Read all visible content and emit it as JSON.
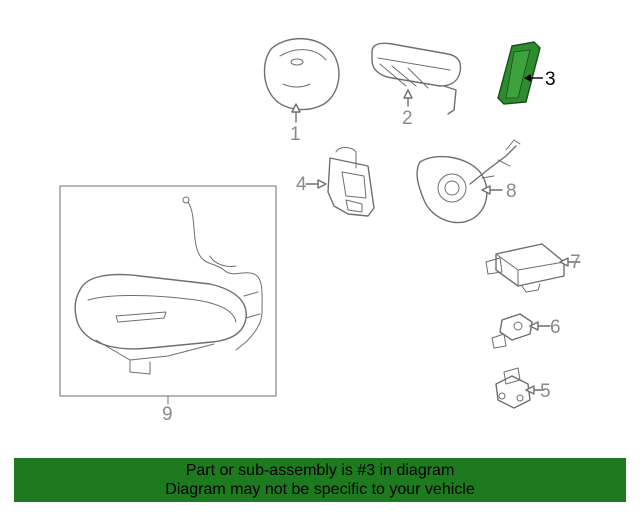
{
  "callouts": {
    "c1": "1",
    "c2": "2",
    "c3": "3",
    "c4": "4",
    "c5": "5",
    "c6": "6",
    "c7": "7",
    "c8": "8",
    "c9": "9"
  },
  "highlight_color": "#2e8b2e",
  "banner": {
    "line1": "Part or sub-assembly is #3 in diagram",
    "line2": "Diagram may not be specific to your vehicle",
    "color": "#1e7a1e"
  }
}
